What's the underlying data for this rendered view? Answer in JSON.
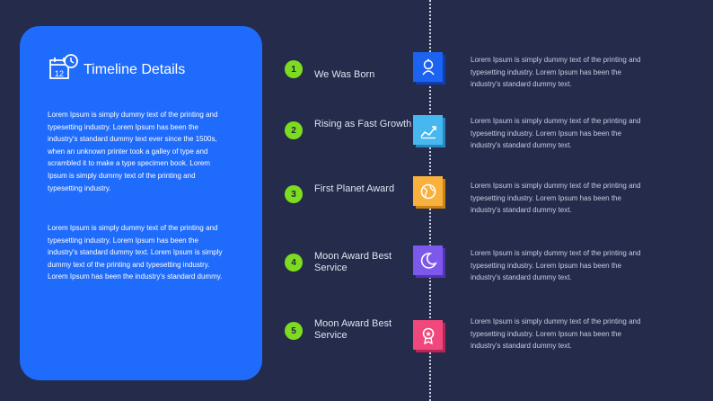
{
  "panel": {
    "title": "Timeline Details",
    "calendar_day": "12",
    "paragraph1": "Lorem Ipsum is simply dummy text of the printing and typesetting industry. Lorem Ipsum has been the industry's standard dummy text ever since the 1500s, when an unknown printer took a galley of type and scrambled it to make a type specimen book. Lorem Ipsum is simply dummy text of the printing and typesetting industry.",
    "paragraph2": "Lorem Ipsum is simply dummy text of the printing and typesetting industry. Lorem Ipsum has been the industry's standard dummy text. Lorem Ipsum is simply dummy text of the printing and typesetting industry. Lorem Ipsum has been the industry's standard dummy."
  },
  "steps": [
    {
      "number": "1",
      "title": "We Was Born",
      "icon": "baby-icon",
      "color": "#1c63f2",
      "dark": "#0f3fae",
      "description": "Lorem Ipsum is simply dummy text of the printing and typesetting industry. Lorem Ipsum has been the industry's standard dummy text."
    },
    {
      "number": "2",
      "title": "Rising as Fast Growth",
      "icon": "growth-icon",
      "color": "#47b8ef",
      "dark": "#2a86bf",
      "description": "Lorem Ipsum is simply dummy text of the printing and typesetting industry. Lorem Ipsum has been the industry's standard dummy text."
    },
    {
      "number": "3",
      "title": "First Planet Award",
      "icon": "globe-icon",
      "color": "#f8b13c",
      "dark": "#c98215",
      "description": "Lorem Ipsum is simply dummy text of the printing and typesetting industry. Lorem Ipsum has been the industry's standard dummy text."
    },
    {
      "number": "4",
      "title": "Moon Award Best Service",
      "icon": "moon-icon",
      "color": "#7c59ea",
      "dark": "#5232b5",
      "description": "Lorem Ipsum is simply dummy text of the printing and typesetting industry. Lorem Ipsum has been the industry's standard dummy text."
    },
    {
      "number": "5",
      "title": "Moon Award Best Service",
      "icon": "award-ribbon-icon",
      "color": "#f0477c",
      "dark": "#b82455",
      "description": "Lorem Ipsum is simply dummy text of the printing and typesetting industry. Lorem Ipsum has been the industry's standard dummy text."
    }
  ]
}
